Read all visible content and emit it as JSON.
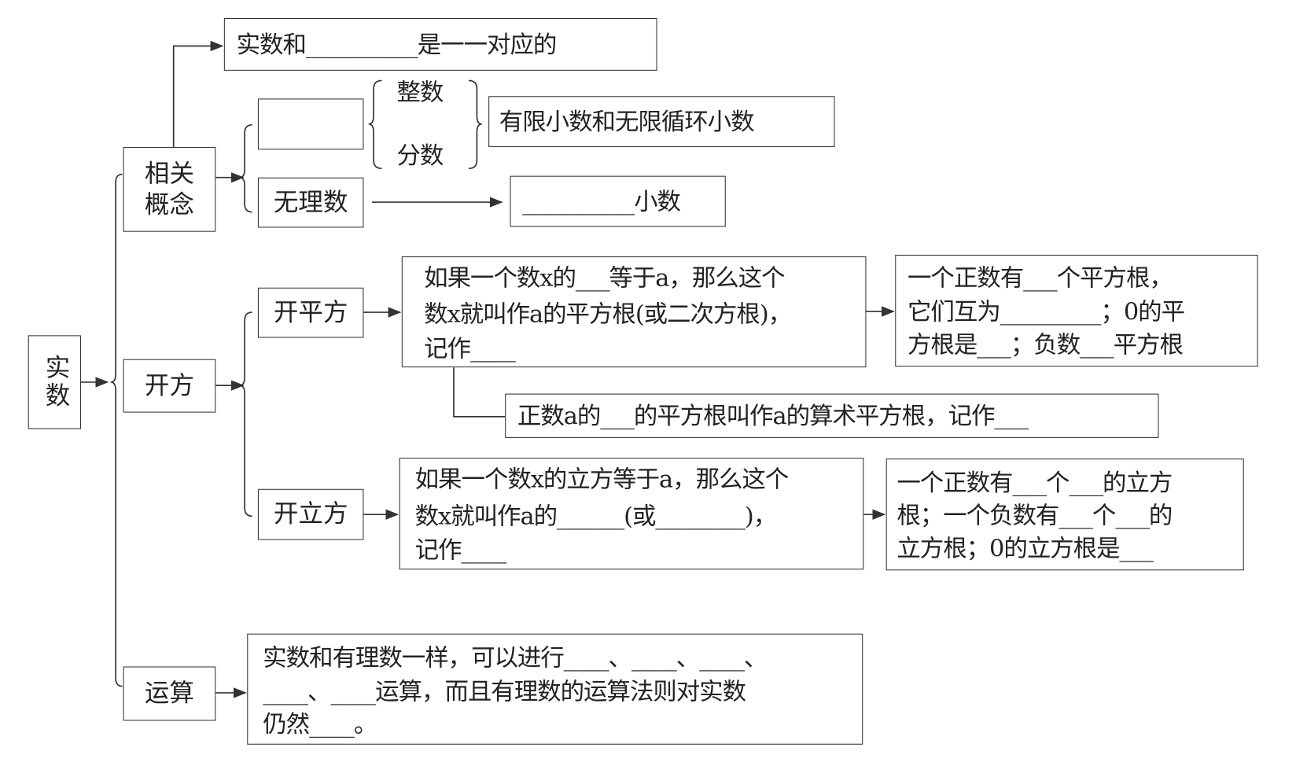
{
  "root": "实数",
  "branches": {
    "concepts": "相关概念",
    "roots": "开方",
    "operations": "运算"
  },
  "concepts": {
    "correspondence": "实数和__________是一一对应的",
    "rational_blank": "",
    "integer": "整数",
    "fraction": "分数",
    "rational_desc": "有限小数和无限循环小数",
    "irrational": "无理数",
    "irrational_desc": "__________小数"
  },
  "square_root": {
    "label": "开平方",
    "definition": [
      "如果一个数x的___等于a，那么这个",
      "数x就叫作a的平方根(或二次方根)，",
      "记作____"
    ],
    "properties": [
      "一个正数有___个平方根，",
      "它们互为_________；0的平",
      "方根是___；负数___平方根"
    ],
    "arithmetic": "正数a的___的平方根叫作a的算术平方根，记作___"
  },
  "cube_root": {
    "label": "开立方",
    "definition": [
      "如果一个数x的立方等于a，那么这个",
      "数x就叫作a的______(或________)，",
      "记作____"
    ],
    "properties": [
      "一个正数有___个___的立方",
      "根；一个负数有___个___的",
      "立方根；0的立方根是___"
    ]
  },
  "operations": {
    "text": [
      "实数和有理数一样，可以进行____、____、____、",
      "____、____运算，而且有理数的运算法则对实数",
      "仍然____。"
    ]
  }
}
